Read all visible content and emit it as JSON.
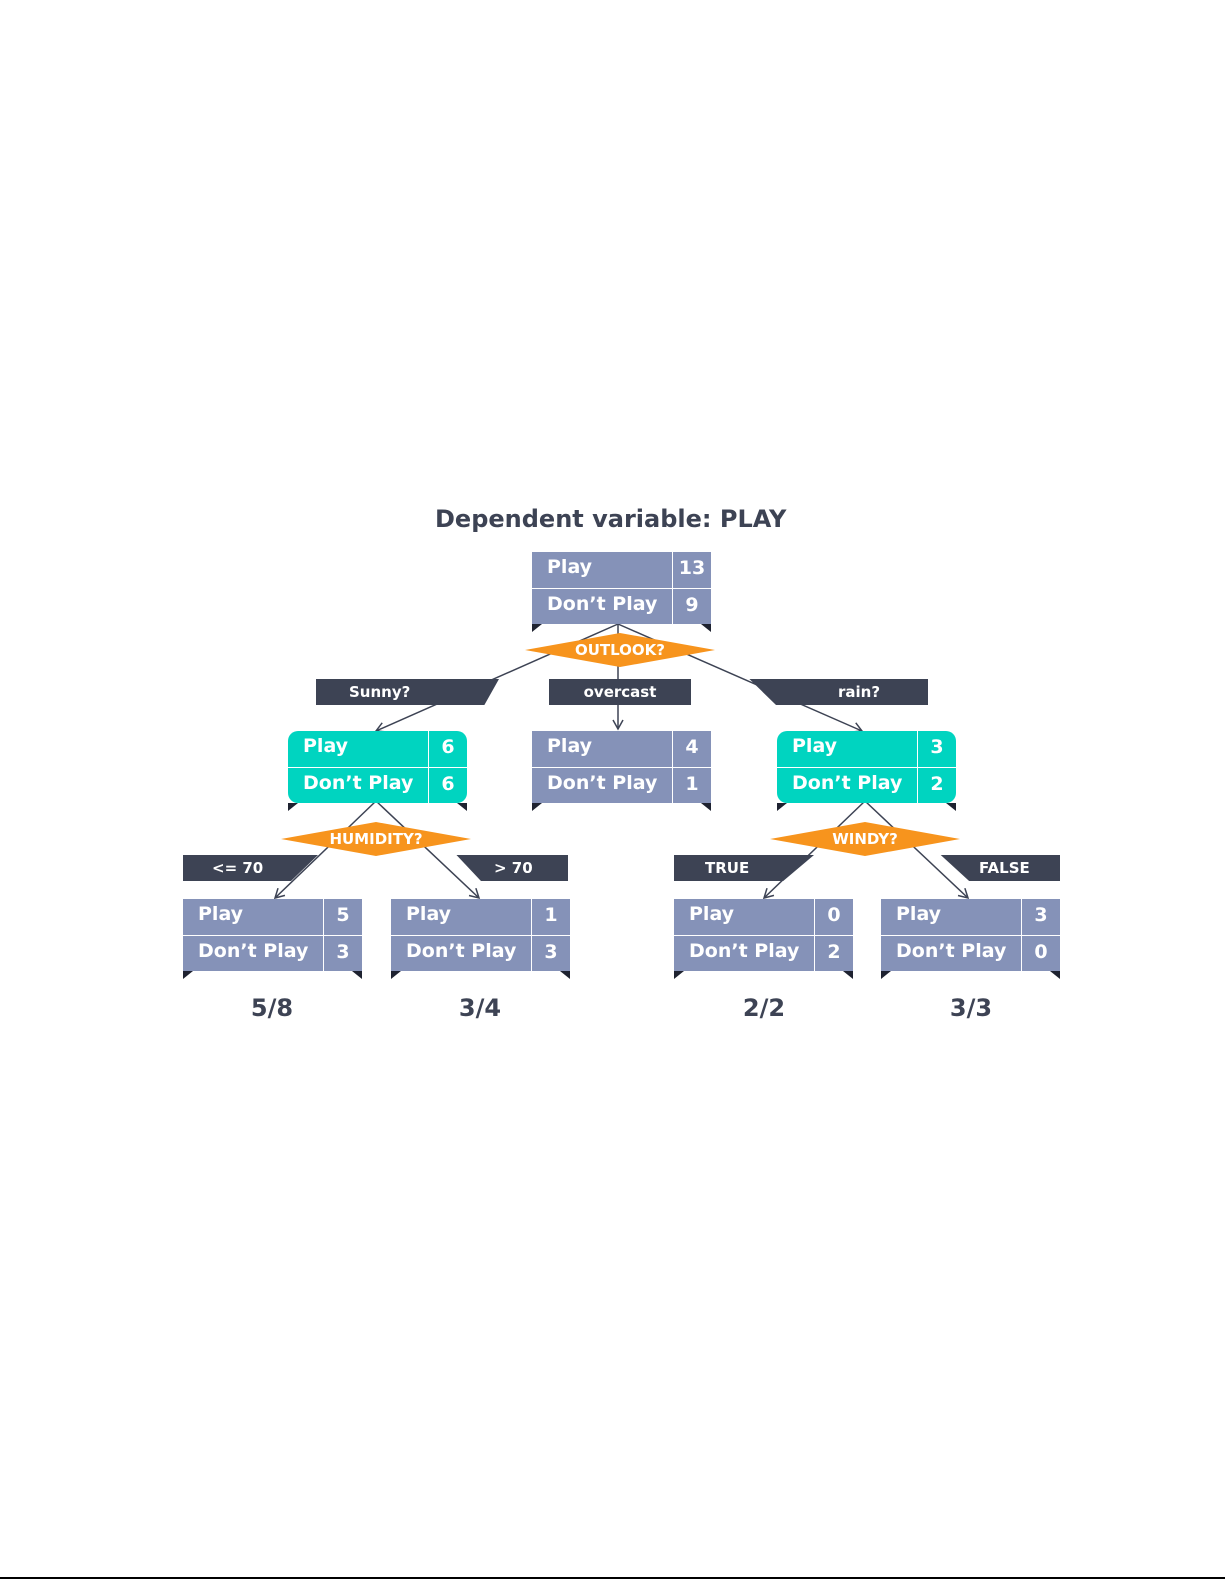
{
  "title": "Dependent variable: PLAY",
  "root": {
    "play_label": "Play",
    "play": "13",
    "dont_label": "Don’t Play",
    "dont": "9"
  },
  "outlook": {
    "label": "OUTLOOK?"
  },
  "branches": {
    "sunny": "Sunny?",
    "overcast": "overcast",
    "rain": "rain?"
  },
  "sunny_node": {
    "play_label": "Play",
    "play": "6",
    "dont_label": "Don’t Play",
    "dont": "6"
  },
  "overcast_node": {
    "play_label": "Play",
    "play": "4",
    "dont_label": "Don’t Play",
    "dont": "1"
  },
  "rain_node": {
    "play_label": "Play",
    "play": "3",
    "dont_label": "Don’t Play",
    "dont": "2"
  },
  "humidity": {
    "label": "HUMIDITY?",
    "left": "<= 70",
    "right": "> 70"
  },
  "windy": {
    "label": "WINDY?",
    "left": "TRUE",
    "right": "FALSE"
  },
  "leaf1": {
    "play_label": "Play",
    "play": "5",
    "dont_label": "Don’t Play",
    "dont": "3",
    "fraction": "5/8"
  },
  "leaf2": {
    "play_label": "Play",
    "play": "1",
    "dont_label": "Don’t Play",
    "dont": "3",
    "fraction": "3/4"
  },
  "leaf3": {
    "play_label": "Play",
    "play": "0",
    "dont_label": "Don’t Play",
    "dont": "2",
    "fraction": "2/2"
  },
  "leaf4": {
    "play_label": "Play",
    "play": "3",
    "dont_label": "Don’t Play",
    "dont": "0",
    "fraction": "3/3"
  },
  "colors": {
    "node": "#8592b8",
    "node_highlight": "#00d4c0",
    "decision": "#f7941d",
    "label_bar": "#3d4354",
    "text": "#3d4354"
  }
}
